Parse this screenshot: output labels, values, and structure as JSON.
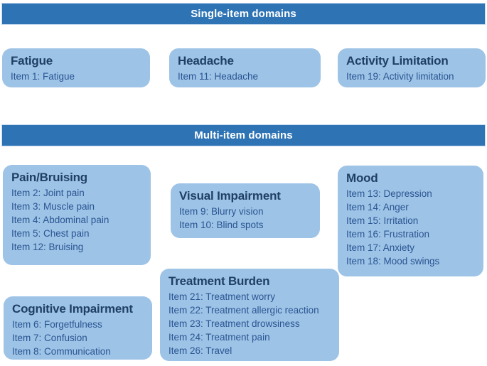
{
  "colors": {
    "banner_bg": "#2E74B5",
    "banner_text": "#FFFFFF",
    "box_fill": "#9DC3E6",
    "title_text": "#1F4064",
    "item_text": "#2B5593"
  },
  "single_section": {
    "banner": "Single-item domains",
    "domains": [
      {
        "title": "Fatigue",
        "items": [
          "Item 1: Fatigue"
        ]
      },
      {
        "title": "Headache",
        "items": [
          "Item 11: Headache"
        ]
      },
      {
        "title": "Activity Limitation",
        "items": [
          "Item 19: Activity limitation"
        ]
      }
    ]
  },
  "multi_section": {
    "banner": "Multi-item domains",
    "domains": [
      {
        "title": "Pain/Bruising",
        "items": [
          "Item 2: Joint pain",
          "Item 3: Muscle pain",
          "Item 4: Abdominal pain",
          "Item 5: Chest pain",
          "Item 12: Bruising"
        ]
      },
      {
        "title": "Visual Impairment",
        "items": [
          "Item 9: Blurry vision",
          "Item 10: Blind spots"
        ]
      },
      {
        "title": "Mood",
        "items": [
          "Item 13: Depression",
          "Item 14: Anger",
          "Item 15: Irritation",
          "Item 16: Frustration",
          "Item 17: Anxiety",
          "Item 18: Mood swings"
        ]
      },
      {
        "title": "Cognitive Impairment",
        "items": [
          "Item 6: Forgetfulness",
          "Item 7: Confusion",
          "Item 8: Communication"
        ]
      },
      {
        "title": "Treatment Burden",
        "items": [
          "Item 21: Treatment worry",
          "Item 22: Treatment allergic reaction",
          "Item 23: Treatment drowsiness",
          "Item 24: Treatment pain",
          "Item 26: Travel"
        ]
      }
    ]
  }
}
